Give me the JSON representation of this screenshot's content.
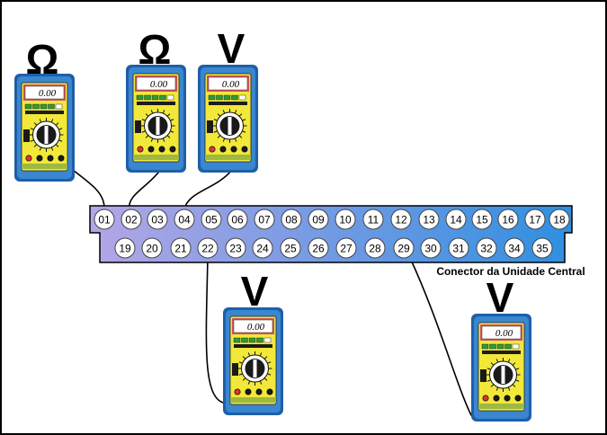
{
  "connector": {
    "label": "Conector da Unidade Central",
    "top_row": [
      "01",
      "02",
      "03",
      "04",
      "05",
      "06",
      "07",
      "08",
      "09",
      "10",
      "11",
      "12",
      "13",
      "14",
      "15",
      "16",
      "17",
      "18"
    ],
    "bottom_row": [
      "19",
      "20",
      "21",
      "22",
      "23",
      "24",
      "25",
      "26",
      "27",
      "28",
      "29",
      "30",
      "31",
      "32",
      "34",
      "35"
    ]
  },
  "meters": [
    {
      "symbol": "Ω",
      "reading": "0.00",
      "pin": "01"
    },
    {
      "symbol": "Ω",
      "reading": "0.00",
      "pin": "02"
    },
    {
      "symbol": "V",
      "reading": "0.00",
      "pin": "04"
    },
    {
      "symbol": "V",
      "reading": "0.00",
      "pin": "22"
    },
    {
      "symbol": "V",
      "reading": "0.00",
      "pin": "29"
    }
  ],
  "colors": {
    "connector_start": "#b3a6e6",
    "connector_end": "#2f8fe0",
    "meter_case": "#3a86d1",
    "meter_case_dark": "#1e5fa8",
    "meter_face": "#f1e83a",
    "meter_display": "#ffffff",
    "display_frame": "#d3545c",
    "wire": "#000000"
  }
}
